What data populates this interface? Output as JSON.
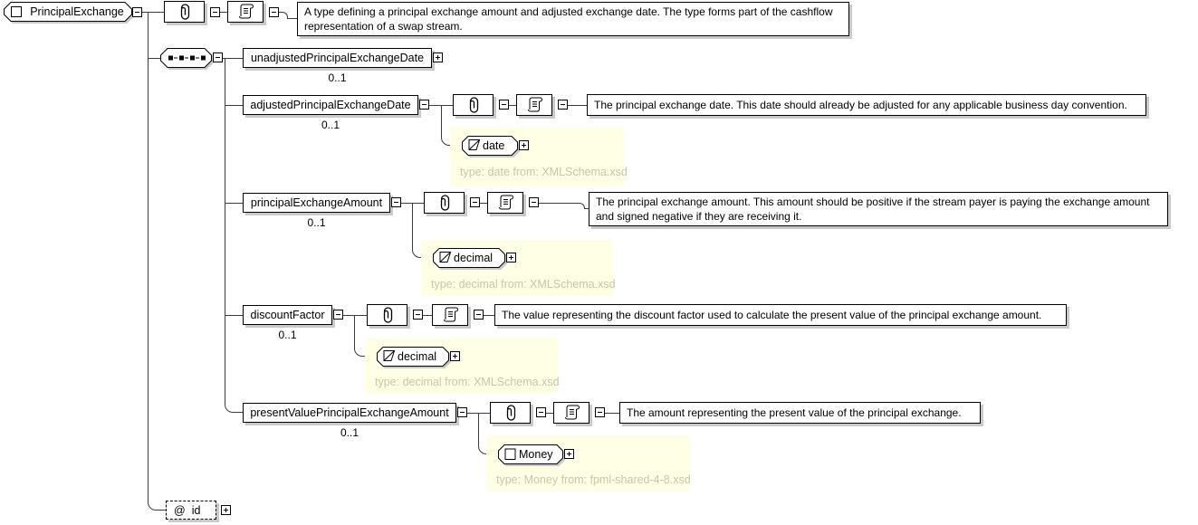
{
  "root": {
    "label": "PrincipalExchange",
    "doc": "A type defining a principal exchange amount and adjusted exchange date. The type forms part of the cashflow representation of a swap stream."
  },
  "children": [
    {
      "name": "unadjustedPrincipalExchangeDate",
      "occurs": "0..1"
    },
    {
      "name": "adjustedPrincipalExchangeDate",
      "occurs": "0..1",
      "doc": "The principal exchange date. This date should already be adjusted for any applicable business day convention.",
      "type": {
        "label": "date",
        "caption": "type: date from: XMLSchema.xsd"
      }
    },
    {
      "name": "principalExchangeAmount",
      "occurs": "0..1",
      "doc": "The principal exchange amount. This amount should be positive if the stream payer is paying the exchange amount and signed negative if they are receiving it.",
      "type": {
        "label": "decimal",
        "caption": "type: decimal from: XMLSchema.xsd"
      }
    },
    {
      "name": "discountFactor",
      "occurs": "0..1",
      "doc": "The value representing the discount factor used to calculate the present value of the principal exchange amount.",
      "type": {
        "label": "decimal",
        "caption": "type: decimal from: XMLSchema.xsd"
      }
    },
    {
      "name": "presentValuePrincipalExchangeAmount",
      "occurs": "0..1",
      "doc": "The amount representing the present value of the principal exchange.",
      "type": {
        "label": "Money",
        "caption": "type: Money from: fpml-shared-4-8.xsd"
      }
    }
  ],
  "attribute": {
    "prefix": "@",
    "name": "id"
  },
  "colors": {
    "note_background": "#ffffe5",
    "note_text": "#c6c6a8",
    "box_border": "#000000",
    "shadow": "#c9c9c9",
    "connector": "#3c3c3c"
  }
}
